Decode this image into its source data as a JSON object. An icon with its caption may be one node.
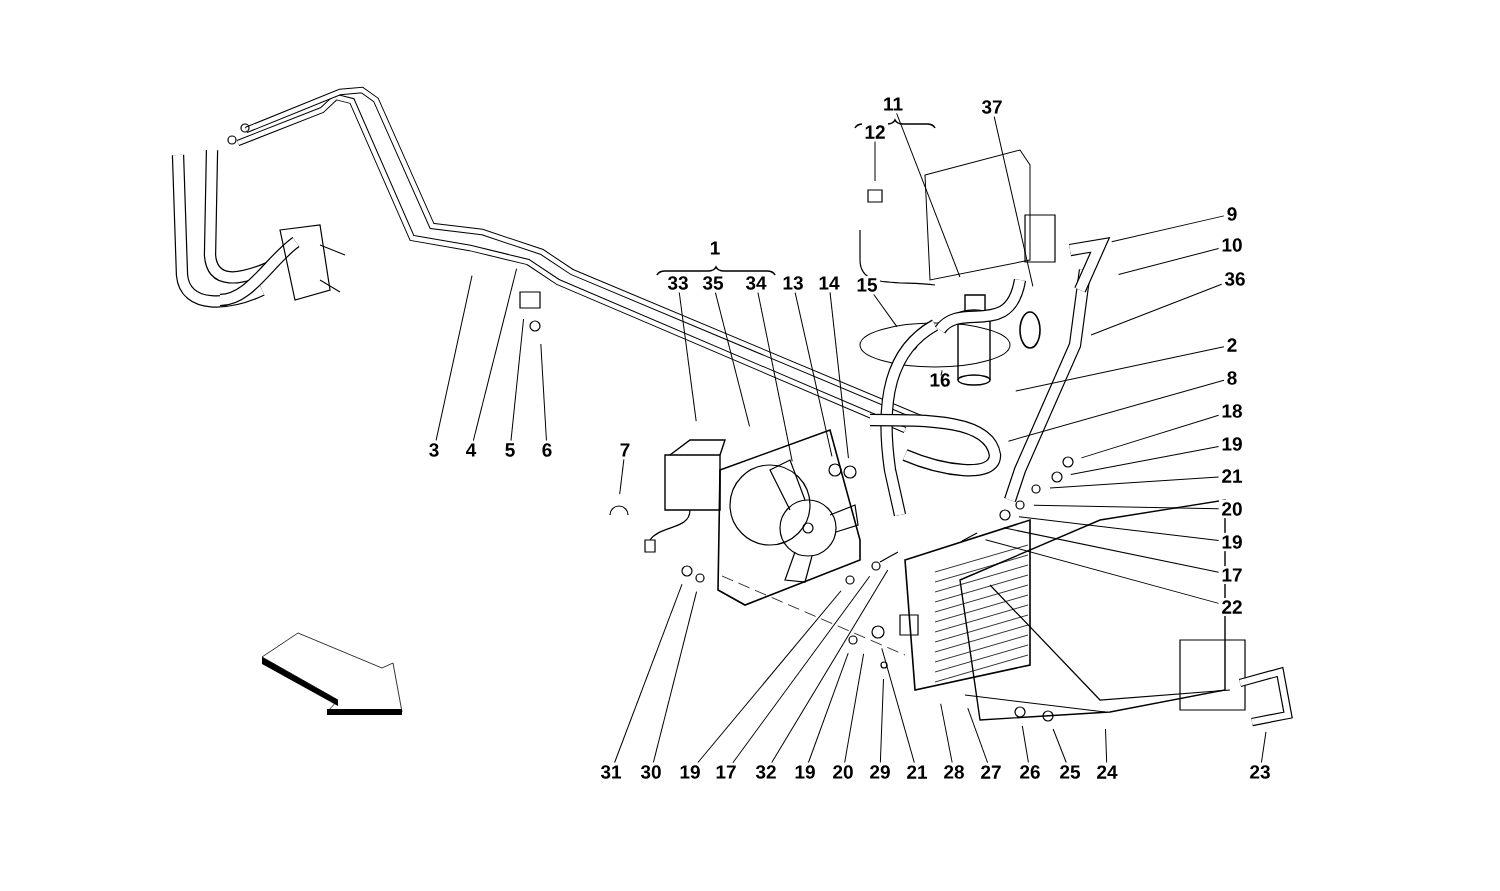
{
  "diagram": {
    "nodes": [
      {
        "text": [
          "11"
        ]
      },
      {
        "text": [
          "12"
        ]
      },
      {
        "text": [
          "37"
        ]
      },
      {
        "text": [
          "9"
        ]
      },
      {
        "text": [
          "10"
        ]
      },
      {
        "text": [
          "36"
        ]
      },
      {
        "text": [
          "1"
        ]
      },
      {
        "text": [
          "33"
        ]
      },
      {
        "text": [
          "35"
        ]
      },
      {
        "text": [
          "34"
        ]
      },
      {
        "text": [
          "13"
        ]
      },
      {
        "text": [
          "14"
        ]
      },
      {
        "text": [
          "15"
        ]
      },
      {
        "text": [
          "2"
        ]
      },
      {
        "text": [
          "8"
        ]
      },
      {
        "text": [
          "16"
        ]
      },
      {
        "text": [
          "18"
        ]
      },
      {
        "text": [
          "19"
        ]
      },
      {
        "text": [
          "21"
        ]
      },
      {
        "text": [
          "20"
        ]
      },
      {
        "text": [
          "19"
        ]
      },
      {
        "text": [
          "17"
        ]
      },
      {
        "text": [
          "22"
        ]
      },
      {
        "text": [
          "3"
        ]
      },
      {
        "text": [
          "4"
        ]
      },
      {
        "text": [
          "5"
        ]
      },
      {
        "text": [
          "6"
        ]
      },
      {
        "text": [
          "7"
        ]
      },
      {
        "text": [
          "31"
        ]
      },
      {
        "text": [
          "30"
        ]
      },
      {
        "text": [
          "19"
        ]
      },
      {
        "text": [
          "17"
        ]
      },
      {
        "text": [
          "32"
        ]
      },
      {
        "text": [
          "19"
        ]
      },
      {
        "text": [
          "20"
        ]
      },
      {
        "text": [
          "29"
        ]
      },
      {
        "text": [
          "21"
        ]
      },
      {
        "text": [
          "28"
        ]
      },
      {
        "text": [
          "27"
        ]
      },
      {
        "text": [
          "26"
        ]
      },
      {
        "text": [
          "25"
        ]
      },
      {
        "text": [
          "24"
        ]
      },
      {
        "text": [
          "23"
        ]
      }
    ],
    "edges": [
      {
        "from": 0,
        "to": null,
        "arrow": "none"
      },
      {
        "from": 1,
        "to": null,
        "arrow": "none"
      },
      {
        "from": 2,
        "to": null,
        "arrow": "none"
      },
      {
        "from": 3,
        "to": null,
        "arrow": "none"
      },
      {
        "from": 4,
        "to": null,
        "arrow": "none"
      },
      {
        "from": 5,
        "to": null,
        "arrow": "none"
      },
      {
        "from": 7,
        "to": null,
        "arrow": "none"
      },
      {
        "from": 8,
        "to": null,
        "arrow": "none"
      },
      {
        "from": 9,
        "to": null,
        "arrow": "none"
      },
      {
        "from": 10,
        "to": null,
        "arrow": "none"
      },
      {
        "from": 11,
        "to": null,
        "arrow": "none"
      },
      {
        "from": 12,
        "to": null,
        "arrow": "none"
      },
      {
        "from": 13,
        "to": null,
        "arrow": "none"
      },
      {
        "from": 14,
        "to": null,
        "arrow": "none"
      },
      {
        "from": 15,
        "to": null,
        "arrow": "none"
      },
      {
        "from": 16,
        "to": null,
        "arrow": "none"
      },
      {
        "from": 17,
        "to": null,
        "arrow": "none"
      },
      {
        "from": 18,
        "to": null,
        "arrow": "none"
      },
      {
        "from": 19,
        "to": null,
        "arrow": "none"
      },
      {
        "from": 20,
        "to": null,
        "arrow": "none"
      },
      {
        "from": 21,
        "to": null,
        "arrow": "none"
      },
      {
        "from": 22,
        "to": null,
        "arrow": "none"
      },
      {
        "from": 23,
        "to": null,
        "arrow": "none"
      },
      {
        "from": 24,
        "to": null,
        "arrow": "none"
      },
      {
        "from": 25,
        "to": null,
        "arrow": "none"
      },
      {
        "from": 26,
        "to": null,
        "arrow": "none"
      },
      {
        "from": 27,
        "to": null,
        "arrow": "none"
      },
      {
        "from": 28,
        "to": null,
        "arrow": "none"
      },
      {
        "from": 29,
        "to": null,
        "arrow": "none"
      },
      {
        "from": 30,
        "to": null,
        "arrow": "none"
      },
      {
        "from": 31,
        "to": null,
        "arrow": "none"
      },
      {
        "from": 32,
        "to": null,
        "arrow": "none"
      },
      {
        "from": 33,
        "to": null,
        "arrow": "none"
      },
      {
        "from": 34,
        "to": null,
        "arrow": "none"
      },
      {
        "from": 35,
        "to": null,
        "arrow": "none"
      },
      {
        "from": 36,
        "to": null,
        "arrow": "none"
      },
      {
        "from": 37,
        "to": null,
        "arrow": "none"
      },
      {
        "from": 38,
        "to": null,
        "arrow": "none"
      },
      {
        "from": 39,
        "to": null,
        "arrow": "none"
      },
      {
        "from": 40,
        "to": null,
        "arrow": "none"
      },
      {
        "from": 41,
        "to": null,
        "arrow": "none"
      },
      {
        "from": 42,
        "to": null,
        "arrow": "none"
      }
    ]
  }
}
